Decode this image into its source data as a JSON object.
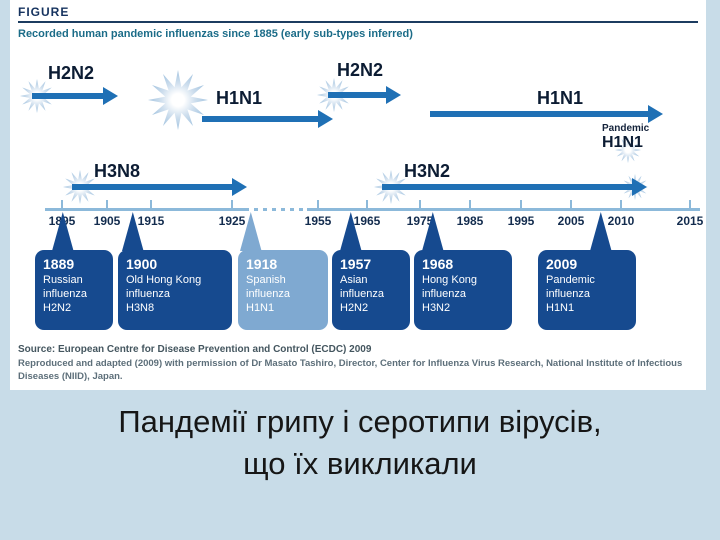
{
  "figure": {
    "heading": "FIGURE",
    "subtitle": "Recorded human pandemic influenzas since 1885 (early sub-types inferred)"
  },
  "timeline": {
    "axis_years": [
      "1895",
      "1905",
      "1915",
      "1925",
      "1955",
      "1965",
      "1975",
      "1985",
      "1995",
      "2005",
      "2010",
      "2015"
    ],
    "arrows": [
      {
        "label": "H2N2",
        "row": "top",
        "from": "1889",
        "to": "1900",
        "burst_at_start": true
      },
      {
        "label": "H3N8",
        "row": "bottom",
        "from": "1900",
        "to": "1918",
        "burst_at_start": true
      },
      {
        "label": "H1N1",
        "row": "top",
        "from": "1918",
        "to": "1957",
        "burst_at_start": true
      },
      {
        "label": "H2N2",
        "row": "top",
        "from": "1957",
        "to": "1968",
        "burst_at_start": true
      },
      {
        "label": "H3N2",
        "row": "bottom",
        "from": "1968",
        "to": "2010",
        "burst_at_start": true,
        "burst_at_end": true
      },
      {
        "label": "H1N1",
        "row": "top",
        "from": "1977",
        "to": "2015",
        "burst_at_start": false
      },
      {
        "label": "H1N1",
        "prefix": "Pandemic",
        "row": "top",
        "from": "2009",
        "burst_at_start": true
      }
    ]
  },
  "callouts": [
    {
      "year": "1889",
      "line1": "Russian",
      "line2": "influenza",
      "subtype": "H2N2"
    },
    {
      "year": "1900",
      "line1": "Old Hong Kong",
      "line2": "influenza",
      "subtype": "H3N8"
    },
    {
      "year": "1918",
      "line1": "Spanish",
      "line2": "influenza",
      "subtype": "H1N1"
    },
    {
      "year": "1957",
      "line1": "Asian",
      "line2": "influenza",
      "subtype": "H2N2"
    },
    {
      "year": "1968",
      "line1": "Hong Kong",
      "line2": "influenza",
      "subtype": "H3N2"
    },
    {
      "year": "2009",
      "line1": "Pandemic",
      "line2": "influenza",
      "subtype": "H1N1"
    }
  ],
  "source": {
    "line1": "Source: European Centre for Disease Prevention and Control (ECDC) 2009",
    "line2": "Reproduced and adapted (2009) with permission of Dr Masato Tashiro, Director, Center for Influenza Virus Research, National Institute of Infectious Diseases (NIID), Japan."
  },
  "caption": {
    "line1": "Пандемії грипу і серотипи вірусів,",
    "line2": "що їх викликали"
  },
  "colors": {
    "slide_background": "#c8dce8",
    "figure_background": "#ffffff",
    "arrow_blue": "#1f70b5",
    "axis_blue": "#8cb9da",
    "box_dark_blue": "#164a8f",
    "box_light_blue": "#7fa9d1",
    "heading_navy": "#16335f",
    "subtitle_teal": "#1b6c88"
  }
}
